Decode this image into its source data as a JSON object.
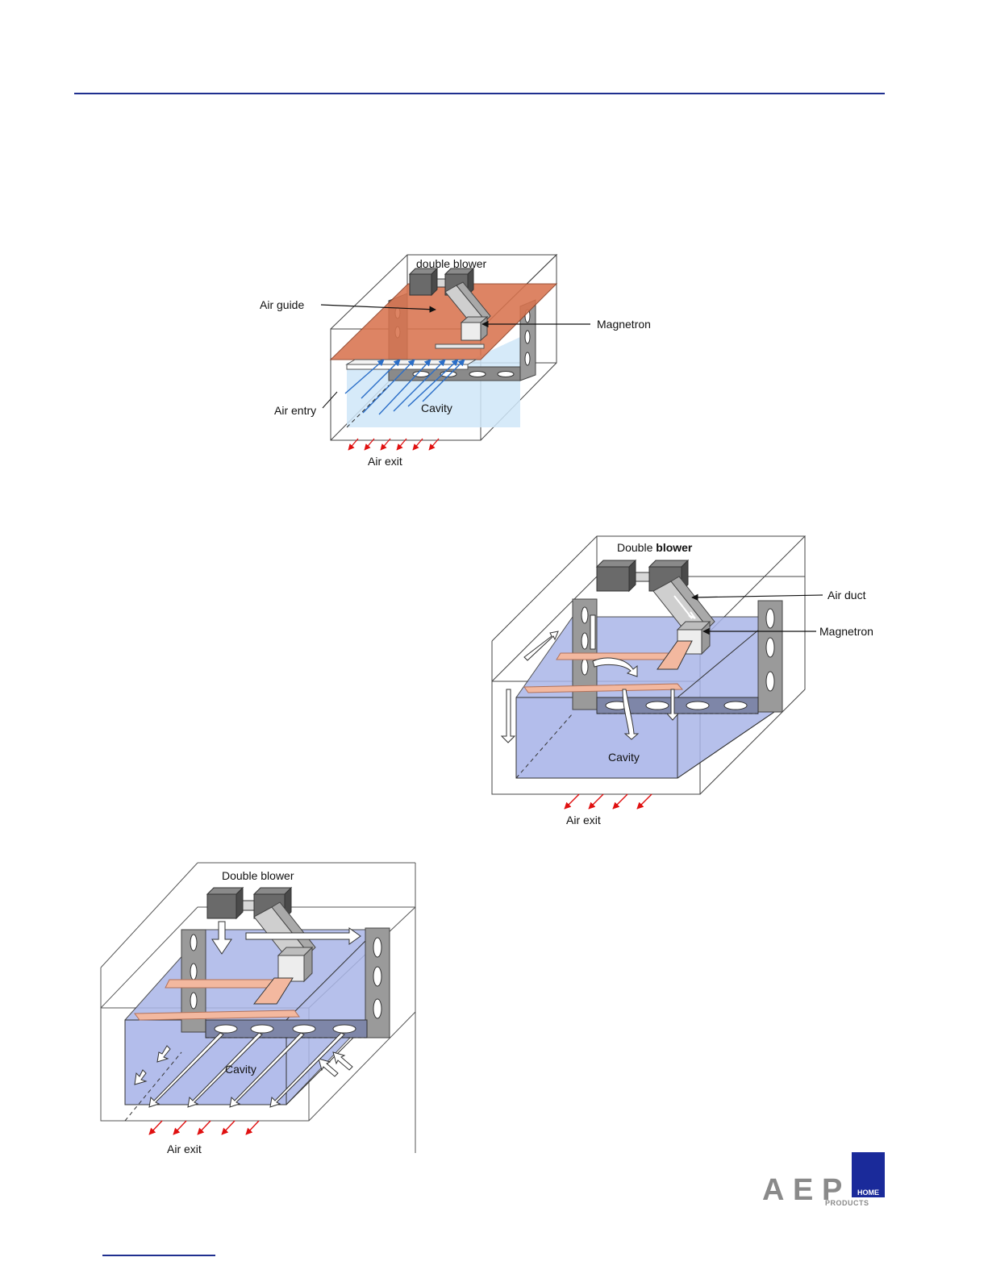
{
  "colors": {
    "rule": "#1f2f8f",
    "brand": "#1a2a9a",
    "air_guide": "#d9744f",
    "cavity_light": "#cfe6f8",
    "cavity_blue": "#aab6e8",
    "exit_arrow": "#e01010",
    "entry_arrow": "#2a6ec8"
  },
  "figure1": {
    "labels": {
      "double_blower": "double blower",
      "air_guide": "Air guide",
      "magnetron": "Magnetron",
      "air_entry": "Air entry",
      "cavity": "Cavity",
      "air_exit": "Air exit"
    }
  },
  "figure2": {
    "labels": {
      "double": "Double",
      "blower": "blower",
      "air_duct": "Air duct",
      "magnetron": "Magnetron",
      "cavity": "Cavity",
      "air_exit": "Air exit"
    }
  },
  "figure3": {
    "labels": {
      "double_blower": "Double blower",
      "cavity": "Cavity",
      "air_exit": "Air exit"
    }
  },
  "logo": {
    "letters": [
      "A",
      "E",
      "P"
    ],
    "home": "HOME",
    "products": "PRODUCTS"
  }
}
